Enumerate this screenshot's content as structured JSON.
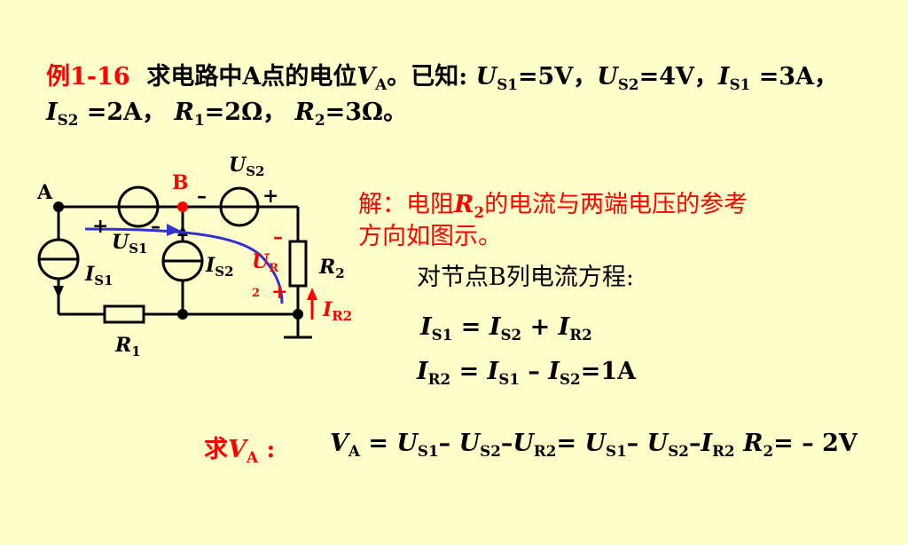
{
  "problem": {
    "label": "例1-16",
    "line1": {
      "text_a": "求电路中A点的电位",
      "V": "V",
      "V_sub": "A",
      "text_b": "。已知: ",
      "Us1": "U",
      "Us1_sub": "S1",
      "Us1_val": "=5V，",
      "Us2": "U",
      "Us2_sub": "S2",
      "Us2_val": "=4V，",
      "Is1": "I",
      "Is1_sub": "S1",
      "Is1_val": " =3A，"
    },
    "line2": {
      "Is2": "I",
      "Is2_sub": "S2",
      "Is2_val": " =2A，",
      "R1": "R",
      "R1_sub": "1",
      "R1_val": "=2Ω，",
      "R2": "R",
      "R2_sub": "2",
      "R2_val": "=3Ω。"
    }
  },
  "circuit": {
    "node_a": "A",
    "node_b": "B",
    "us2_label": "U",
    "us2_sub": "S2",
    "us2_minus": "–",
    "us2_plus": "+",
    "us1_label": "U",
    "us1_sub": "S1",
    "us1_plus": "+",
    "us1_minus": "–",
    "is1_label": "I",
    "is1_sub": "S1",
    "is2_label": "I",
    "is2_sub": "S2",
    "r1_label": "R",
    "r1_sub": "1",
    "r2_label": "R",
    "r2_sub": "2",
    "ur2_label": "U",
    "ur2_sub_r": "R",
    "ur2_sub_2": "2",
    "ur2_minus": "–",
    "ur2_plus": "+",
    "ir2_label": "I",
    "ir2_sub": "R2",
    "colors": {
      "wire": "#000000",
      "loop_arrow": "#3333CC",
      "highlight": "#FF0000"
    }
  },
  "solution": {
    "line1_a": "解：电阻",
    "line1_R": "R",
    "line1_R_sub": "2",
    "line1_b": "的电流与两端电压的参考",
    "line2": "方向如图示。",
    "kcl_text": "对节点B列电流方程:",
    "eq1": {
      "a": "I",
      "a_sub": "S1",
      "op1": " = ",
      "b": "I",
      "b_sub": "S2",
      "op2": " + ",
      "c": "I",
      "c_sub": "R2"
    },
    "eq2": {
      "a": "I",
      "a_sub": "R2",
      "op1": " = ",
      "b": "I",
      "b_sub": "S1",
      "op2": " – ",
      "c": "I",
      "c_sub": "S2",
      "tail": "=1A"
    },
    "eq3_label": "求",
    "eq3_label_V": "V",
    "eq3_label_sub": "A",
    "eq3_label_colon": " :",
    "eq3": {
      "p1": "V",
      "p1_sub": "A",
      "t1": " = ",
      "p2": "U",
      "p2_sub": "S1",
      "t2": "– ",
      "p3": "U",
      "p3_sub": "S2",
      "t3": "–",
      "p4": "U",
      "p4_sub": "R2",
      "t4": "= ",
      "p5": "U",
      "p5_sub": "S1",
      "t5": "– ",
      "p6": "U",
      "p6_sub": "S2",
      "t6": "–",
      "p7": "I",
      "p7_sub": "R2",
      "t7": " ",
      "p8": "R",
      "p8_sub": "2",
      "t8": "= – 2V"
    }
  }
}
